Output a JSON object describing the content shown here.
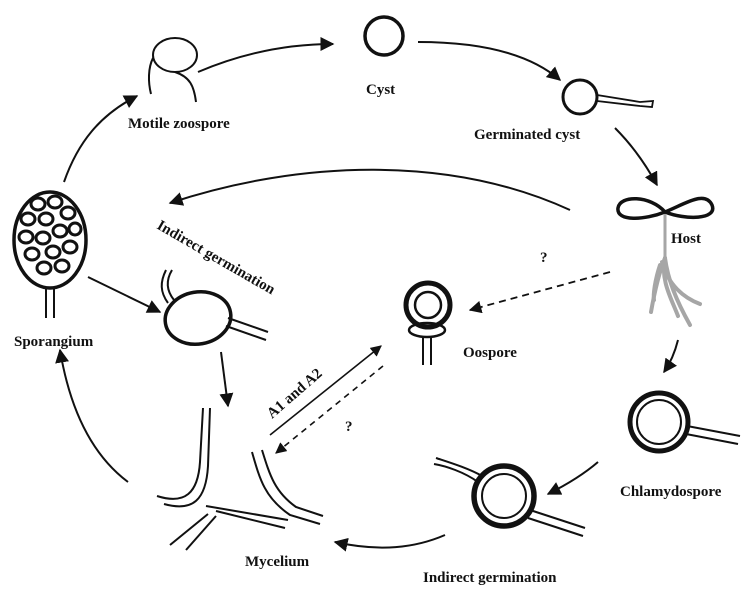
{
  "diagram": {
    "labels": {
      "motile_zoospore": "Motile zoospore",
      "cyst": "Cyst",
      "germinated_cyst": "Germinated cyst",
      "host": "Host",
      "indirect_germination_top": "Indirect germination",
      "sporangium": "Sporangium",
      "oospore": "Oospore",
      "a1_a2": "A1 and A2",
      "question_host": "?",
      "question_mycelium": "?",
      "chlamydospore": "Chlamydospore",
      "indirect_germination_bottom": "Indirect germination",
      "mycelium": "Mycelium"
    },
    "colors": {
      "ink": "#111111",
      "root_gray": "#a6a6a6",
      "background": "#ffffff"
    }
  }
}
